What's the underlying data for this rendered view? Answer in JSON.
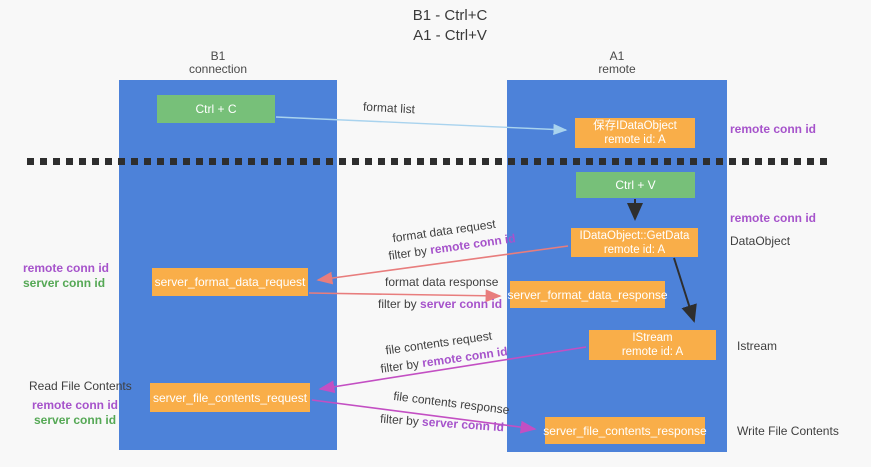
{
  "title": {
    "line1": "B1 - Ctrl+C",
    "line2": "A1 - Ctrl+V"
  },
  "columns": {
    "left": {
      "name": "B1",
      "role": "connection"
    },
    "right": {
      "name": "A1",
      "role": "remote"
    }
  },
  "nodes": {
    "ctrl_c": {
      "label": "Ctrl + C"
    },
    "save_idataobject": {
      "line1": "保存IDataObject",
      "line2": "remote id: A"
    },
    "ctrl_v": {
      "label": "Ctrl + V"
    },
    "idataobject_getdata": {
      "line1": "IDataObject::GetData",
      "line2": "remote id: A"
    },
    "server_format_data_request": {
      "label": "server_format_data_request"
    },
    "server_format_data_response": {
      "label": "server_format_data_response"
    },
    "istream": {
      "line1": "IStream",
      "line2": "remote id: A"
    },
    "server_file_contents_request": {
      "label": "server_file_contents_request"
    },
    "server_file_contents_response": {
      "label": "server_file_contents_response"
    }
  },
  "flows": {
    "format_list": {
      "label": "format list"
    },
    "format_data_request": {
      "label": "format data request",
      "filter_prefix": "filter by",
      "filter_key": "remote conn id"
    },
    "format_data_response": {
      "label": "format data response",
      "filter_prefix": "filter by",
      "filter_key": "server conn id"
    },
    "file_contents_request": {
      "label": "file contents request",
      "filter_prefix": "filter by",
      "filter_key": "remote conn id"
    },
    "file_contents_response": {
      "label": "file contents response",
      "filter_prefix": "filter by",
      "filter_key": "server conn id"
    }
  },
  "annotations": {
    "right_top_remote_conn_id": "remote conn id",
    "right_mid_remote_conn_id": "remote conn id",
    "dataobject": "DataObject",
    "istream": "Istream",
    "write_file_contents": "Write File Contents",
    "left_format_remote_conn_id": "remote conn id",
    "left_format_server_conn_id": "server conn id",
    "read_file_contents": "Read File Contents",
    "left_file_remote_conn_id": "remote conn id",
    "left_file_server_conn_id": "server conn id"
  },
  "colors": {
    "lifeline_blue": "#4d82d9",
    "action_green": "#77c079",
    "message_orange": "#f9ae49",
    "format_list_arrow_blue": "#a9d3ee",
    "request_arrow_red": "#e87d7d",
    "contents_arrow_magenta": "#c34fc3",
    "remote_conn_id_purple": "#a653cb",
    "server_conn_id_green": "#55a855",
    "background": "#f8f8f8"
  }
}
